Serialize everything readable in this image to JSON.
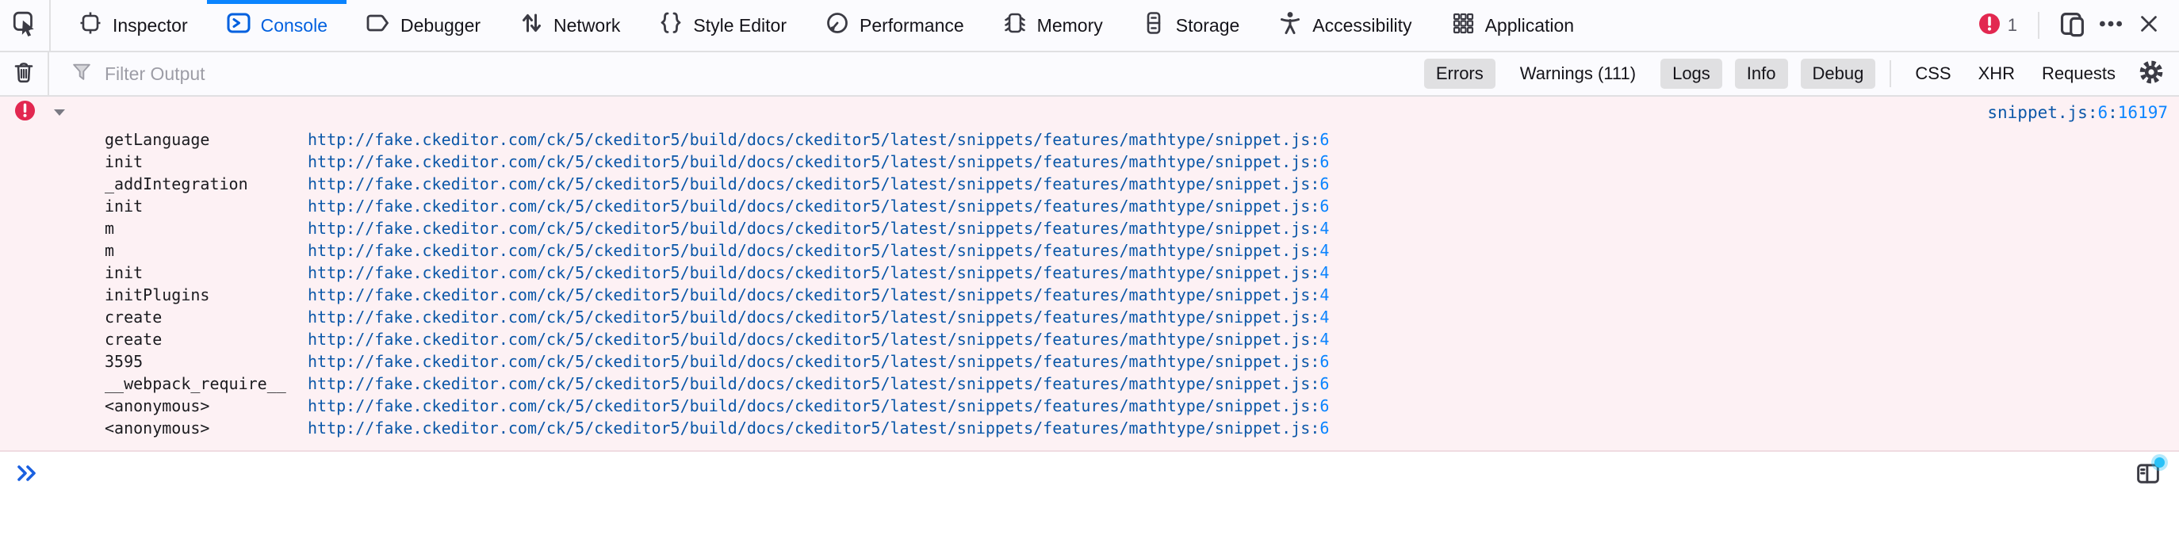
{
  "colors": {
    "accent": "#0a84ff",
    "accent-text": "#0060df",
    "toolbar-bg": "#fbfbfe",
    "toolbar-border": "#e0e0e2",
    "error-red": "#e22850",
    "error-bg": "#fdf1f4",
    "link-dark": "#0b57a8",
    "link-lite": "#0a84ff",
    "icon-gray": "#5b5b66",
    "notify-dot": "#29c1f7",
    "prompt-blue": "#1a60e0"
  },
  "tabs_bar": {
    "tabs": [
      {
        "label": "Inspector"
      },
      {
        "label": "Console"
      },
      {
        "label": "Debugger"
      },
      {
        "label": "Network"
      },
      {
        "label": "Style Editor"
      },
      {
        "label": "Performance"
      },
      {
        "label": "Memory"
      },
      {
        "label": "Storage"
      },
      {
        "label": "Accessibility"
      },
      {
        "label": "Application"
      }
    ],
    "active_tab": "Console",
    "error_count": "1"
  },
  "filter_bar": {
    "placeholder": "Filter Output",
    "level_filters": [
      {
        "label": "Errors",
        "active": true
      },
      {
        "label": "Warnings (111)",
        "active": false
      },
      {
        "label": "Logs",
        "active": true
      },
      {
        "label": "Info",
        "active": true
      },
      {
        "label": "Debug",
        "active": true
      }
    ],
    "category_filters": [
      {
        "label": "CSS"
      },
      {
        "label": "XHR"
      },
      {
        "label": "Requests"
      }
    ]
  },
  "console": {
    "error_location": {
      "file": "snippet.js",
      "line": "6",
      "column": "16197"
    },
    "stack_frames": [
      {
        "fn": "getLanguage",
        "url": "http://fake.ckeditor.com/ck/5/ckeditor5/build/docs/ckeditor5/latest/snippets/features/mathtype/snippet.js",
        "line": "6"
      },
      {
        "fn": "init",
        "url": "http://fake.ckeditor.com/ck/5/ckeditor5/build/docs/ckeditor5/latest/snippets/features/mathtype/snippet.js",
        "line": "6"
      },
      {
        "fn": "_addIntegration",
        "url": "http://fake.ckeditor.com/ck/5/ckeditor5/build/docs/ckeditor5/latest/snippets/features/mathtype/snippet.js",
        "line": "6"
      },
      {
        "fn": "init",
        "url": "http://fake.ckeditor.com/ck/5/ckeditor5/build/docs/ckeditor5/latest/snippets/features/mathtype/snippet.js",
        "line": "6"
      },
      {
        "fn": "m",
        "url": "http://fake.ckeditor.com/ck/5/ckeditor5/build/docs/ckeditor5/latest/snippets/features/mathtype/snippet.js",
        "line": "4"
      },
      {
        "fn": "m",
        "url": "http://fake.ckeditor.com/ck/5/ckeditor5/build/docs/ckeditor5/latest/snippets/features/mathtype/snippet.js",
        "line": "4"
      },
      {
        "fn": "init",
        "url": "http://fake.ckeditor.com/ck/5/ckeditor5/build/docs/ckeditor5/latest/snippets/features/mathtype/snippet.js",
        "line": "4"
      },
      {
        "fn": "initPlugins",
        "url": "http://fake.ckeditor.com/ck/5/ckeditor5/build/docs/ckeditor5/latest/snippets/features/mathtype/snippet.js",
        "line": "4"
      },
      {
        "fn": "create",
        "url": "http://fake.ckeditor.com/ck/5/ckeditor5/build/docs/ckeditor5/latest/snippets/features/mathtype/snippet.js",
        "line": "4"
      },
      {
        "fn": "create",
        "url": "http://fake.ckeditor.com/ck/5/ckeditor5/build/docs/ckeditor5/latest/snippets/features/mathtype/snippet.js",
        "line": "4"
      },
      {
        "fn": "3595",
        "url": "http://fake.ckeditor.com/ck/5/ckeditor5/build/docs/ckeditor5/latest/snippets/features/mathtype/snippet.js",
        "line": "6"
      },
      {
        "fn": "__webpack_require__",
        "url": "http://fake.ckeditor.com/ck/5/ckeditor5/build/docs/ckeditor5/latest/snippets/features/mathtype/snippet.js",
        "line": "6"
      },
      {
        "fn": "<anonymous>",
        "url": "http://fake.ckeditor.com/ck/5/ckeditor5/build/docs/ckeditor5/latest/snippets/features/mathtype/snippet.js",
        "line": "6"
      },
      {
        "fn": "<anonymous>",
        "url": "http://fake.ckeditor.com/ck/5/ckeditor5/build/docs/ckeditor5/latest/snippets/features/mathtype/snippet.js",
        "line": "6"
      }
    ]
  }
}
